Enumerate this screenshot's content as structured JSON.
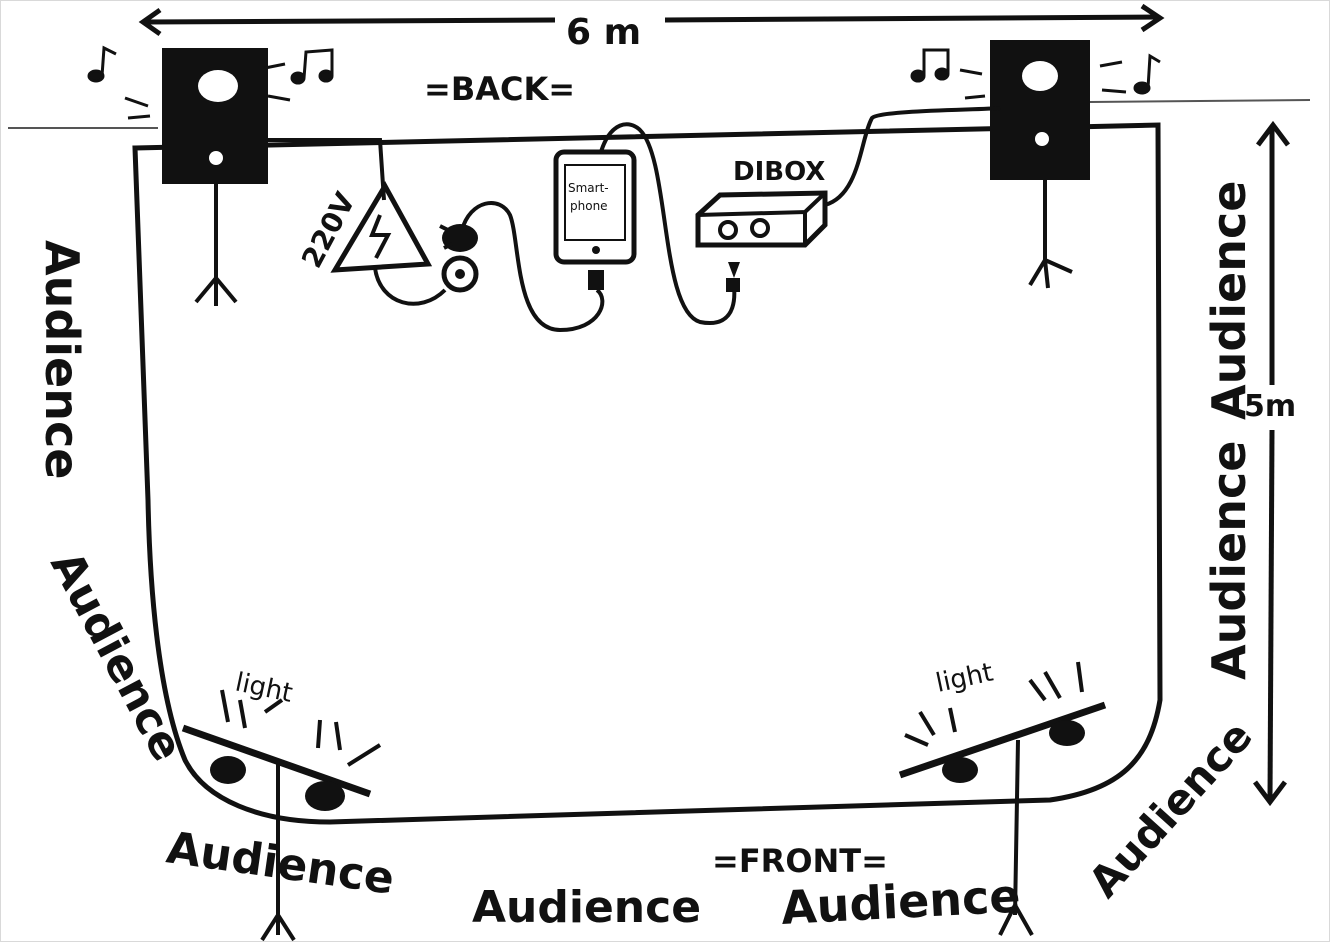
{
  "dimensions": {
    "width_label": "6 m",
    "depth_label": "5m"
  },
  "sides": {
    "back_label": "=BACK=",
    "front_label": "=FRONT="
  },
  "equipment": {
    "power_label": "220V",
    "phone_label_line1": "Smart-",
    "phone_label_line2": "phone",
    "dibox_label": "DIBOX",
    "light_label_left": "light",
    "light_label_right": "light",
    "music_note_icon": "music-note-icon"
  },
  "audience": {
    "left_top": "Audience",
    "left_bottom": "Audience",
    "right_vertical_1": "Audience",
    "right_vertical_2": "Audience",
    "right_diagonal": "Audience",
    "bottom_left": "Audience",
    "bottom_center": "Audience",
    "bottom_right": "Audience"
  },
  "colors": {
    "ink": "#111111",
    "paper": "#ffffff"
  }
}
